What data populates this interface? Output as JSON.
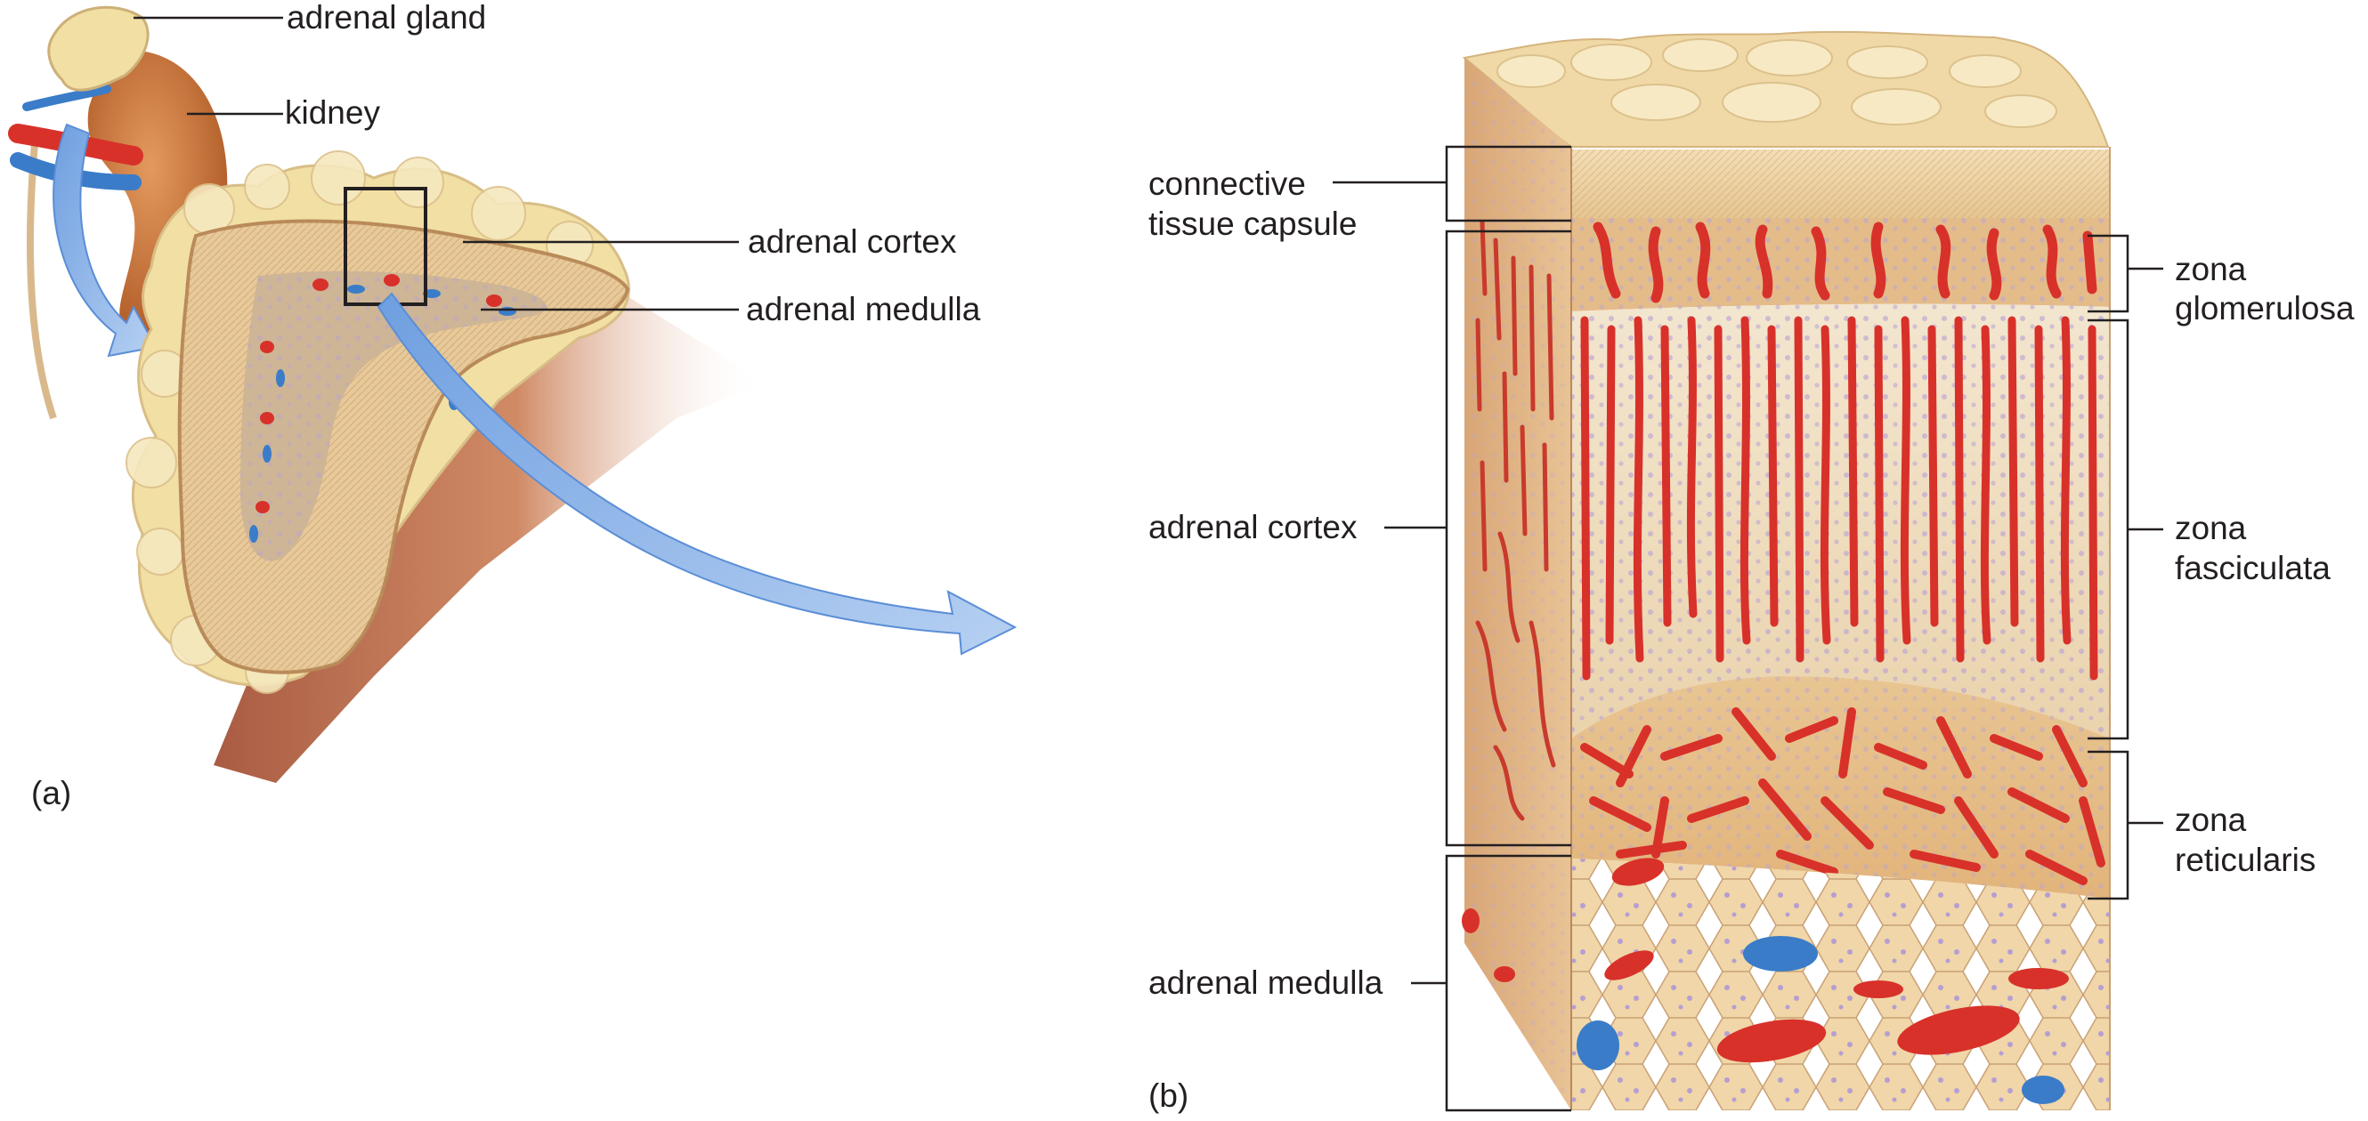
{
  "panel_a": {
    "tag": "(a)",
    "labels": {
      "adrenal_gland": "adrenal gland",
      "kidney": "kidney",
      "adrenal_cortex": "adrenal cortex",
      "adrenal_medulla": "adrenal medulla"
    }
  },
  "panel_b": {
    "tag": "(b)",
    "labels": {
      "capsule_line1": "connective",
      "capsule_line2": "tissue capsule",
      "adrenal_cortex": "adrenal cortex",
      "adrenal_medulla": "adrenal medulla",
      "glomerulosa_line1": "zona",
      "glomerulosa_line2": "glomerulosa",
      "fasciculata_line1": "zona",
      "fasciculata_line2": "fasciculata",
      "reticularis_line1": "zona",
      "reticularis_line2": "reticularis"
    }
  },
  "colors": {
    "tissue_tan": "#e8c99a",
    "capsule": "#f2dcb4",
    "blood_red": "#d8312a",
    "vein_blue": "#3a7cc8",
    "arrow_blue": "#8fb8ea",
    "kidney_brown": "#c46a35",
    "fat_yellow": "#f1dfa4",
    "shadow_brown": "#a04a2a",
    "leader_line": "#231f20"
  }
}
